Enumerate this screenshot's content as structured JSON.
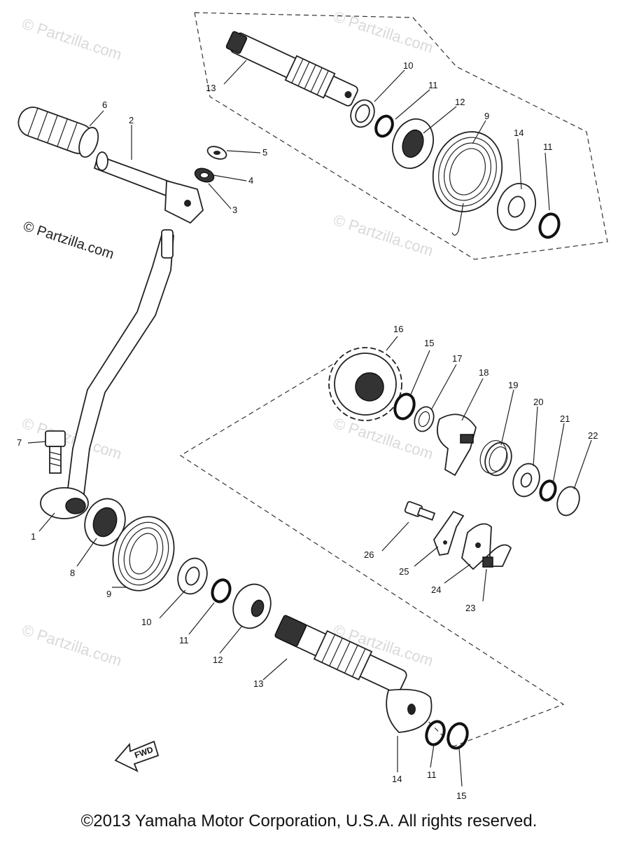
{
  "watermarks": {
    "faint": "© Partzilla.com",
    "dark": "© Partzilla.com"
  },
  "callouts": {
    "c1": "1",
    "c2": "2",
    "c3": "3",
    "c4": "4",
    "c5": "5",
    "c6": "6",
    "c7": "7",
    "c8": "8",
    "c9a": "9",
    "c9b": "9",
    "c10a": "10",
    "c10b": "10",
    "c11a": "11",
    "c11b": "11",
    "c11c": "11",
    "c11d": "11",
    "c12a": "12",
    "c12b": "12",
    "c13a": "13",
    "c13b": "13",
    "c14a": "14",
    "c14b": "14",
    "c15a": "15",
    "c15b": "15",
    "c16": "16",
    "c17": "17",
    "c18": "18",
    "c19": "19",
    "c20": "20",
    "c21": "21",
    "c22": "22",
    "c23": "23",
    "c24": "24",
    "c25": "25",
    "c26": "26"
  },
  "fwd_label": "FWD",
  "copyright": "©2013  Yamaha Motor Corporation, U.S.A. All rights reserved."
}
